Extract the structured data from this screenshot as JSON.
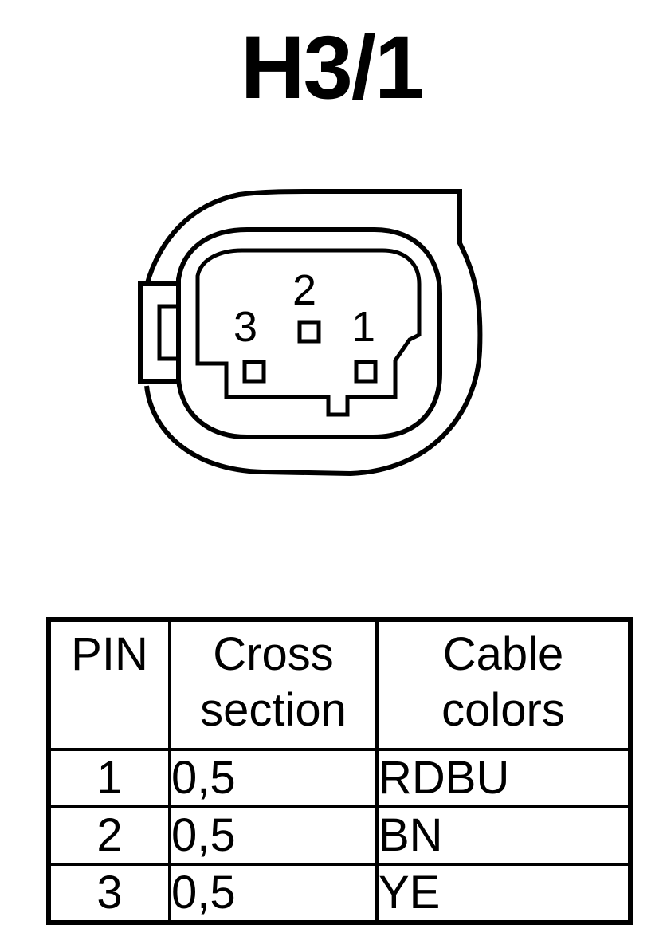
{
  "connector": {
    "title": "H3/1",
    "pin_labels": [
      {
        "pin": "2"
      },
      {
        "pin": "3"
      },
      {
        "pin": "1"
      }
    ]
  },
  "table": {
    "headers": {
      "pin": "PIN",
      "cross_line1": "Cross",
      "cross_line2": "section",
      "color_line1": "Cable",
      "color_line2": "colors"
    },
    "rows": [
      {
        "pin": "1",
        "cross_section": "0,5",
        "cable_color": "RDBU"
      },
      {
        "pin": "2",
        "cross_section": "0,5",
        "cable_color": "BN"
      },
      {
        "pin": "3",
        "cross_section": "0,5",
        "cable_color": "YE"
      }
    ]
  }
}
